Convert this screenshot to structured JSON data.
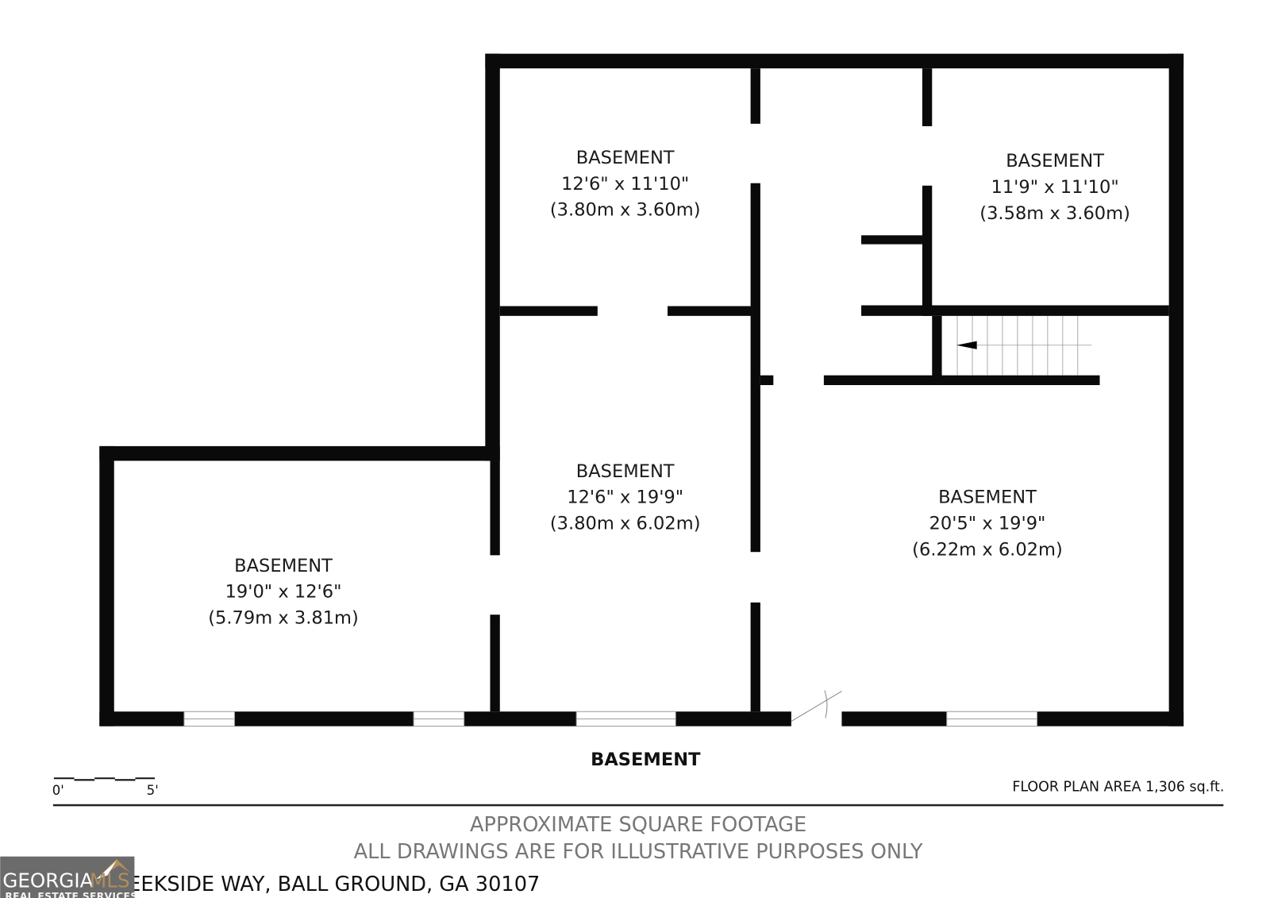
{
  "rooms": [
    {
      "name": "BASEMENT",
      "imperial": "12'6\" x 11'10\"",
      "metric": "(3.80m x 3.60m)"
    },
    {
      "name": "BASEMENT",
      "imperial": "11'9\" x 11'10\"",
      "metric": "(3.58m x 3.60m)"
    },
    {
      "name": "BASEMENT",
      "imperial": "12'6\" x 19'9\"",
      "metric": "(3.80m x 6.02m)"
    },
    {
      "name": "BASEMENT",
      "imperial": "20'5\" x 19'9\"",
      "metric": "(6.22m x 6.02m)"
    },
    {
      "name": "BASEMENT",
      "imperial": "19'0\" x 12'6\"",
      "metric": "(5.79m x 3.81m)"
    }
  ],
  "floor_title": "BASEMENT",
  "scale": {
    "start": "0'",
    "end": "5'"
  },
  "floor_area": "FLOOR PLAN AREA 1,306 sq.ft.",
  "disclaimer": {
    "line1": "APPROXIMATE SQUARE FOOTAGE",
    "line2": "ALL DRAWINGS ARE FOR ILLUSTRATIVE PURPOSES ONLY"
  },
  "address": "EEKSIDE WAY, BALL GROUND, GA 30107",
  "logo": {
    "text_main": "GEORGIA",
    "text_accent": "MLS",
    "tagline": "REAL ESTATE SERVICES",
    "bg": "#6b6b6b",
    "accent": "#b08d5c"
  }
}
